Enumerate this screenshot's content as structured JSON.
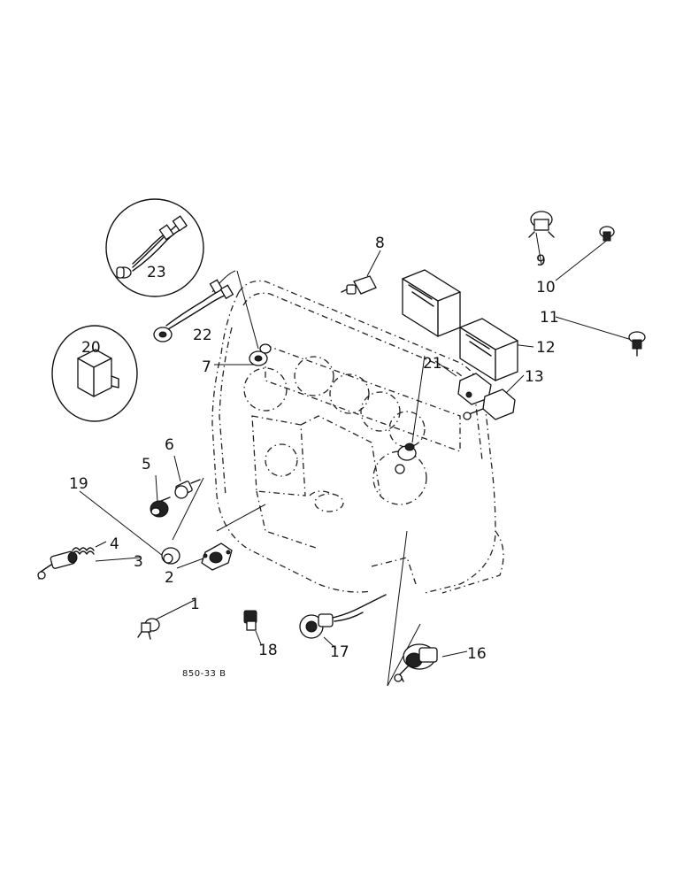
{
  "callouts": {
    "c1": "1",
    "c2": "2",
    "c3": "3",
    "c4": "4",
    "c5": "5",
    "c6": "6",
    "c7": "7",
    "c8": "8",
    "c9": "9",
    "c10": "10",
    "c11": "11",
    "c12": "12",
    "c13": "13",
    "c16": "16",
    "c17": "17",
    "c18": "18",
    "c19": "19",
    "c20": "20",
    "c21": "21",
    "c22": "22",
    "c23": "23"
  },
  "reference_code": "850-33 B"
}
